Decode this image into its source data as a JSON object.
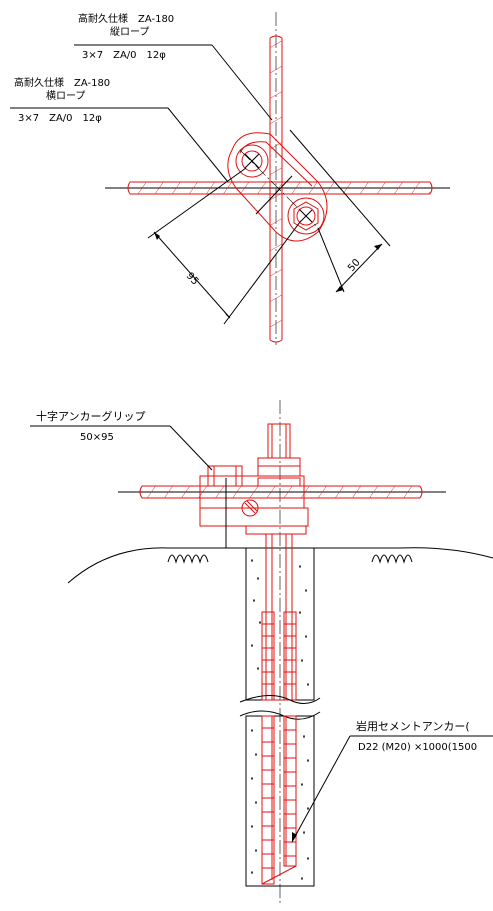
{
  "top_view": {
    "callout_vertical": {
      "line1": "高耐久仕様　ZA-180",
      "line2": "縦ロープ",
      "line3": "3×7　ZA/0　12φ"
    },
    "callout_horizontal": {
      "line1": "高耐久仕様　ZA-180",
      "line2": "横ロープ",
      "line3": "3×7　ZA/0　12φ"
    },
    "dim_diagonal": "95",
    "dim_short": "50"
  },
  "side_view": {
    "grip_label": {
      "line1": "十字アンカーグリップ",
      "line2": "50×95"
    },
    "anchor_label": {
      "line1": "岩用セメントアンカー(",
      "line2": "D22 (M20) ×1000(1500"
    }
  },
  "colors": {
    "drawing": "#e01010",
    "annotation": "#000000"
  }
}
